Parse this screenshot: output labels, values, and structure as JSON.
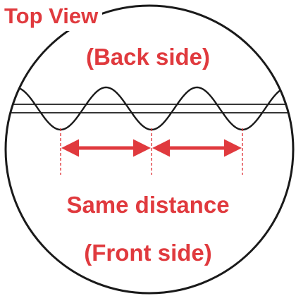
{
  "view_label": "Top View",
  "back_side_label": "(Back side)",
  "distance_label": "Same distance",
  "front_side_label": "(Front side)",
  "colors": {
    "accent": "#e03a3e",
    "line": "#1a1a1a",
    "background": "#ffffff",
    "outline": "#1a1a1a"
  },
  "icons": {
    "double_arrow": "double-headed-arrow-icon"
  }
}
